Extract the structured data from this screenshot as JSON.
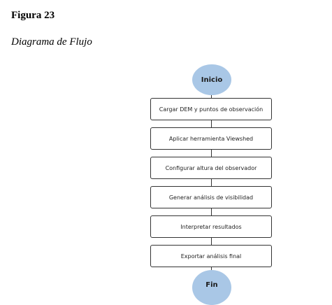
{
  "figure": {
    "number": "Figura 23",
    "title": "Diagrama de Flujo"
  },
  "flowchart": {
    "start": "Inicio",
    "steps": [
      "Cargar DEM y puntos de observación",
      "Aplicar herramienta Viewshed",
      "Configurar altura del observador",
      "Generar análisis de visibilidad",
      "Interpretar resultados",
      "Exportar análisis final"
    ],
    "end": "Fin"
  },
  "colors": {
    "terminal_fill": "#a9c7e6",
    "box_border": "#333333"
  }
}
